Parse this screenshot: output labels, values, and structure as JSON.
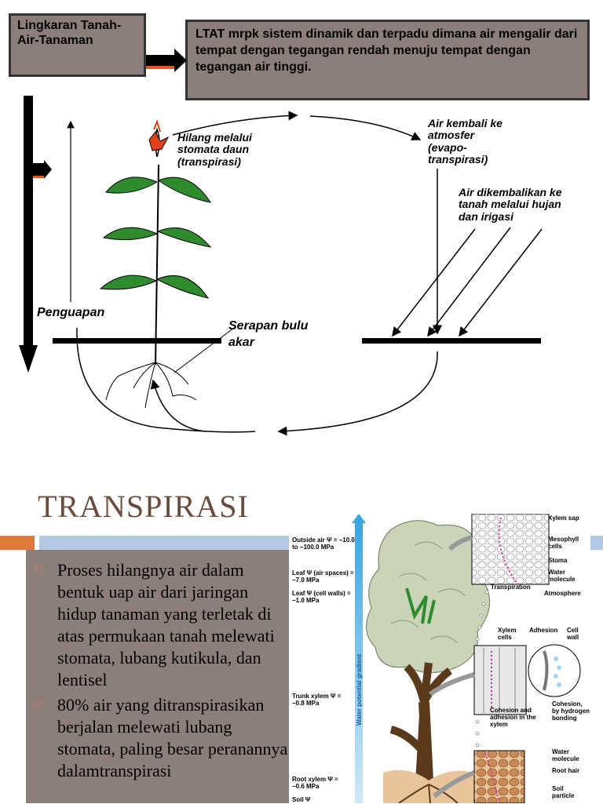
{
  "top_box": {
    "label": "Lingkaran Tanah-Air-Tanaman"
  },
  "main_box": {
    "text": "LTAT mrpk sistem dinamik dan terpadu dimana air mengalir dari tempat dengan tegangan rendah menuju tempat dengan tegangan air tinggi."
  },
  "cycle": {
    "hilang": "Hilang melalui stomata daun (transpirasi)",
    "kembali": "Air kembali ke atmosfer (evapo-transpirasi)",
    "dikembalikan": "Air dikembalikan ke tanah melalui hujan dan irigasi",
    "penguapan": "Penguapan",
    "serapan": "Serapan bulu akar"
  },
  "section": {
    "title": "TRANSPIRASI",
    "bullets": [
      "Proses hilangnya air dalam bentuk uap air dari jaringan hidup tanaman yang terletak di atas permukaan tanah melewati stomata, lubang kutikula, dan lentisel",
      "80% air yang ditranspirasikan berjalan melewati lubang stomata, paling besar peranannya dalamtranspirasi"
    ]
  },
  "figure": {
    "gradient_label": "Water potential gradient",
    "left_labels": [
      "Outside air Ψ = −10.0 to −100.0 MPa",
      "Leaf Ψ (air spaces) = −7.0 MPa",
      "Leaf Ψ (cell walls) = −1.0 MPa",
      "Trunk xylem Ψ = −0.8 MPa",
      "Root xylem Ψ = −0.6 MPa",
      "Soil Ψ"
    ],
    "right_labels": {
      "xylem_sap": "Xylem sap",
      "mesophyll": "Mesophyll cells",
      "stoma": "Stoma",
      "water_molecule": "Water molecule",
      "transpiration": "Transpiration",
      "atmosphere": "Atmosphere",
      "xylem_cells": "Xylem cells",
      "adhesion": "Adhesion",
      "cell_wall": "Cell wall",
      "cohesion_adhesion": "Cohesion and adhesion in the xylem",
      "cohesion_bonding": "Cohesion, by hydrogen bonding",
      "water_molecule2": "Water molecule",
      "root_hair": "Root hair",
      "soil_particle": "Soil particle"
    }
  },
  "colors": {
    "box_fill": "#8c7f7b",
    "accent_orange": "#e07a3c",
    "accent_blue": "#b3c8e1",
    "leaf_green": "#2e8b2e",
    "title_brown": "#6b4c3c"
  }
}
